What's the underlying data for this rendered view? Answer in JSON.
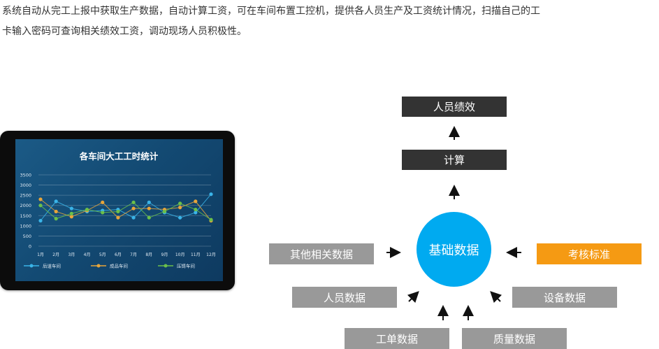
{
  "intro": {
    "line1": "系统自动从完工上报中获取生产数据，自动计算工资，可在车间布置工控机，提供各人员生产及工资统计情况，扫描自己的工",
    "line2": "卡输入密码可查询相关绩效工资，调动现场人员积极性。"
  },
  "flow": {
    "top": "人员绩效",
    "calc": "计算",
    "center": "基础数据",
    "left": "其他相关数据",
    "right": "考核标准",
    "left_lower": "人员数据",
    "right_lower": "设备数据",
    "bottom_left": "工单数据",
    "bottom_right": "质量数据"
  },
  "colors": {
    "center": "#00aaf0",
    "dark": "#333333",
    "gray": "#999999",
    "orange": "#f59a13"
  },
  "chart_data": {
    "type": "line",
    "title": "各车间大工工时统计",
    "categories": [
      "1月",
      "2月",
      "3月",
      "4月",
      "5月",
      "6月",
      "7月",
      "8月",
      "9月",
      "10月",
      "11月",
      "12月"
    ],
    "y_ticks": [
      "0",
      "500",
      "1000",
      "1500",
      "2000",
      "2500",
      "3000",
      "3500"
    ],
    "ylim": [
      0,
      3500
    ],
    "grid": true,
    "legend_position": "bottom",
    "series": [
      {
        "name": "后道车间",
        "color": "#3ab4e8",
        "values": [
          1250,
          2200,
          1850,
          1700,
          1750,
          1800,
          1400,
          2150,
          1650,
          1400,
          1650,
          2550
        ]
      },
      {
        "name": "成品车间",
        "color": "#e8a53a",
        "values": [
          2300,
          1700,
          1450,
          1750,
          2150,
          1400,
          1850,
          1850,
          1800,
          1900,
          2200,
          1250
        ]
      },
      {
        "name": "压铸车间",
        "color": "#6bbf4a",
        "values": [
          2000,
          1350,
          1600,
          1800,
          1650,
          1700,
          2150,
          1400,
          1700,
          2100,
          1800,
          1300
        ]
      }
    ]
  }
}
